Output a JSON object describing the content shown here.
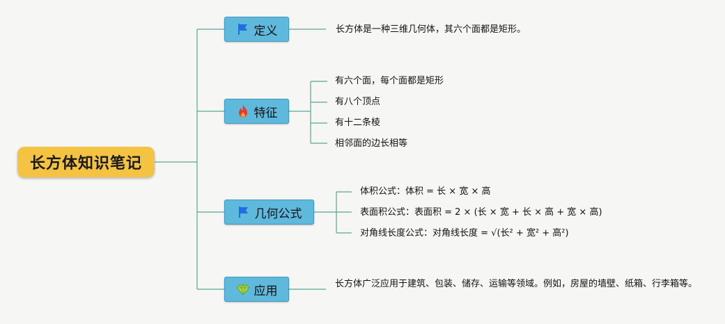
{
  "root": {
    "label": "长方体知识笔记"
  },
  "branches": {
    "definition": {
      "label": "定义",
      "icon": "flag-icon",
      "leaves": [
        "长方体是一种三维几何体，其六个面都是矩形。"
      ]
    },
    "features": {
      "label": "特征",
      "icon": "fire-icon",
      "leaves": [
        "有六个面，每个面都是矩形",
        "有八个顶点",
        "有十二条棱",
        "相邻面的边长相等"
      ]
    },
    "formulas": {
      "label": "几何公式",
      "icon": "flag-icon",
      "leaves": [
        "体积公式：体积 = 长 × 宽 × 高",
        "表面积公式：表面积 = 2 × (长 × 宽 + 长 × 高 + 宽 × 高)",
        "对角线长度公式：对角线长度 = √(长² + 宽² + 高²)"
      ]
    },
    "applications": {
      "label": "应用",
      "icon": "diamond-icon",
      "leaves": [
        "长方体广泛应用于建筑、包装、储存、运输等领域。例如，房屋的墙壁、纸箱、行李箱等。"
      ]
    }
  },
  "colors": {
    "root_fill": "#f5c342",
    "branch_fill": "#5fb9dd",
    "connector": "#5aa594",
    "flag": "#1f6fe0",
    "fire": "#e83a2a",
    "diamond": "#a8d84a"
  }
}
